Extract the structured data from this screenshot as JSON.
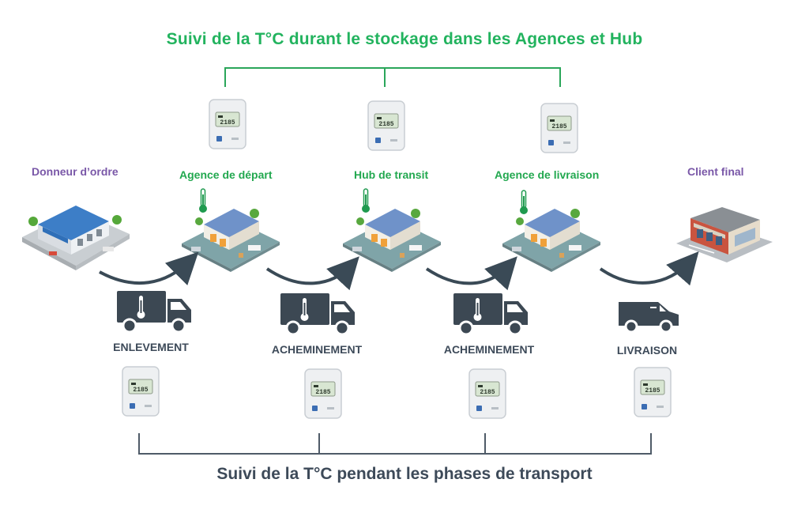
{
  "diagram": {
    "top_title": "Suivi de la T°C durant le stockage dans les Agences et Hub",
    "bottom_title": "Suivi de la T°C pendant les phases de transport",
    "stages": [
      {
        "label": "Donneur d’ordre",
        "color": "#7a58a8"
      },
      {
        "label": "Agence de départ",
        "color": "#22a84f"
      },
      {
        "label": "Hub de transit",
        "color": "#22a84f"
      },
      {
        "label": "Agence de livraison",
        "color": "#22a84f"
      },
      {
        "label": "Client final",
        "color": "#7a58a8"
      }
    ],
    "phases": [
      {
        "label": "ENLEVEMENT",
        "vehicle": "truck-icon"
      },
      {
        "label": "ACHEMINEMENT",
        "vehicle": "truck-icon"
      },
      {
        "label": "ACHEMINEMENT",
        "vehicle": "truck-icon"
      },
      {
        "label": "LIVRAISON",
        "vehicle": "van-icon"
      }
    ],
    "logger_display": "2185",
    "colors": {
      "storage_accent": "#22b35e",
      "transport_accent": "#3d4a59",
      "client_accent": "#7a58a8"
    }
  }
}
